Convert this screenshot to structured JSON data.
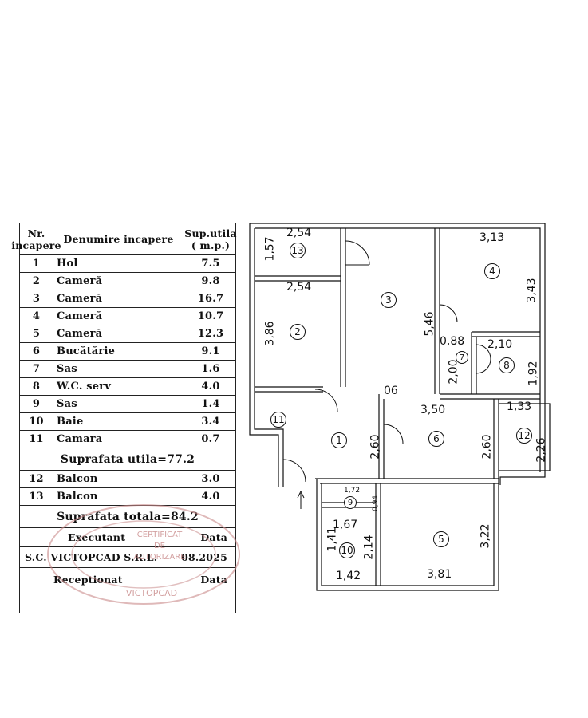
{
  "table": {
    "header": {
      "nr": "Nr. incapere",
      "name": "Denumire incapere",
      "area": "Sup.utila ( m.p.)"
    },
    "rooms": [
      {
        "nr": "1",
        "name": "Hol",
        "area": "7.5"
      },
      {
        "nr": "2",
        "name": "Cameră",
        "area": "9.8"
      },
      {
        "nr": "3",
        "name": "Cameră",
        "area": "16.7"
      },
      {
        "nr": "4",
        "name": "Cameră",
        "area": "10.7"
      },
      {
        "nr": "5",
        "name": "Cameră",
        "area": "12.3"
      },
      {
        "nr": "6",
        "name": "Bucătărie",
        "area": "9.1"
      },
      {
        "nr": "7",
        "name": "Sas",
        "area": "1.6"
      },
      {
        "nr": "8",
        "name": "W.C. serv",
        "area": "4.0"
      },
      {
        "nr": "9",
        "name": "Sas",
        "area": "1.4"
      },
      {
        "nr": "10",
        "name": "Baie",
        "area": "3.4"
      },
      {
        "nr": "11",
        "name": "Camara",
        "area": "0.7"
      }
    ],
    "useful_total": "Suprafata utila=77.2",
    "balconies": [
      {
        "nr": "12",
        "name": "Balcon",
        "area": "3.0"
      },
      {
        "nr": "13",
        "name": "Balcon",
        "area": "4.0"
      }
    ],
    "grand_total": "Suprafata totala=84.2",
    "executant_label": "Executant",
    "date_label": "Data",
    "company": "S.C. VICTOPCAD S.R.L.",
    "company_date": "08.2025",
    "receptionat_label": "Receptionat",
    "date_label_2": "Data"
  },
  "stamp": {
    "lines": [
      "CERTIFICAT",
      "DE",
      "AUTORIZARE",
      "VICTOPCAD"
    ],
    "color": "#c98a8a"
  },
  "plan": {
    "room_numbers": [
      "1",
      "2",
      "3",
      "4",
      "5",
      "6",
      "7",
      "8",
      "9",
      "10",
      "11",
      "12",
      "13"
    ],
    "dimensions": {
      "d13_w": "2,54",
      "d13_h": "1,57",
      "d2_w": "2,54",
      "d2_h": "3,86",
      "d3_h": "5,46",
      "d4_w": "3,13",
      "d4_h": "3,43",
      "d7_w": "0,88",
      "d7_h": "2,00",
      "d8_w": "2,10",
      "d8_h": "1,92",
      "d_06": "06",
      "d6_w": "3,50",
      "d6_h": "2,60",
      "d12_w": "1,33",
      "d12_h": "2,26",
      "d1_h": "2,60",
      "d9_w": "1,72",
      "d9_h": "0,94",
      "d10_w": "1,67",
      "d10_h": "1,41",
      "d10_h2": "2,14",
      "d10_b": "1,42",
      "d5_w": "3,81",
      "d5_h": "3,22"
    }
  }
}
